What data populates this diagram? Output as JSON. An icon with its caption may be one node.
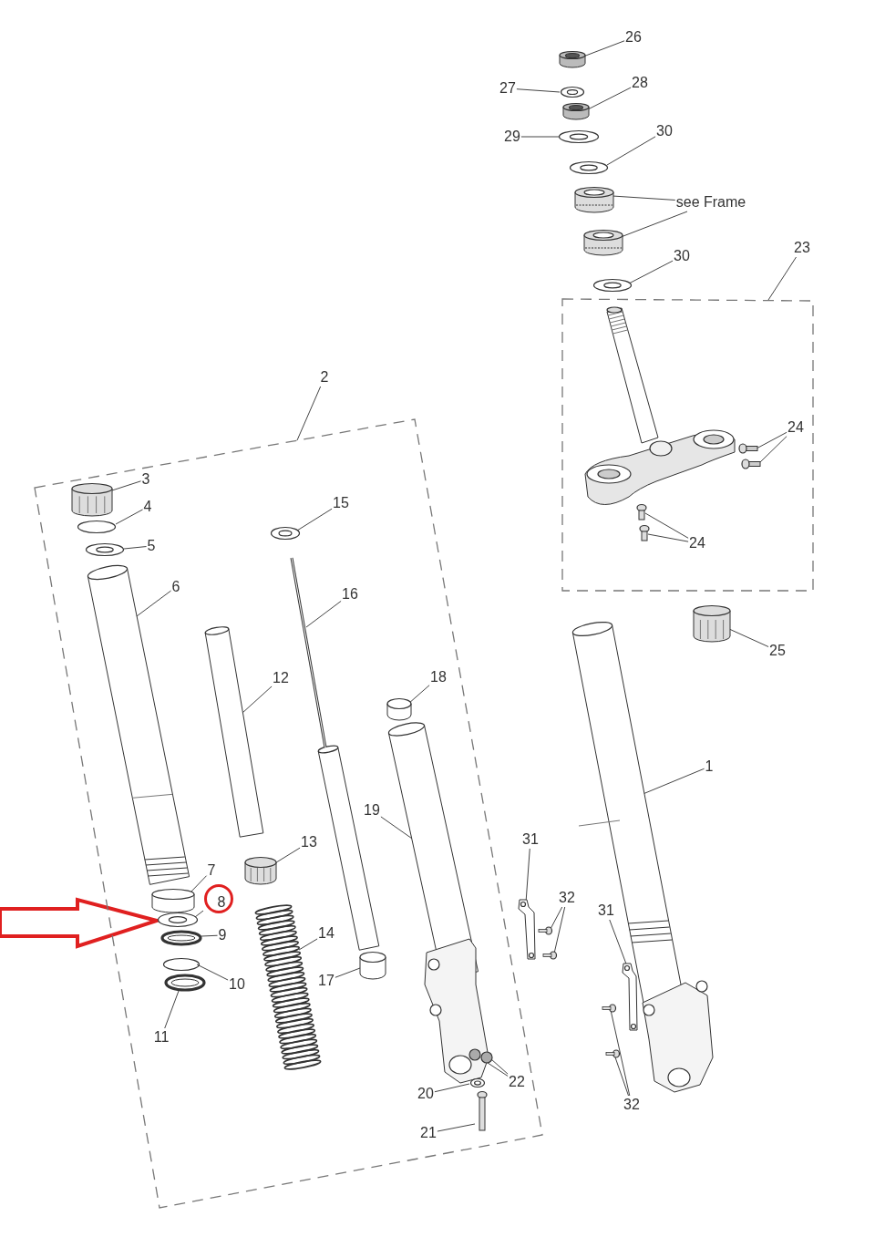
{
  "diagram": {
    "nodes": [
      {
        "text": [
          "26"
        ]
      },
      {
        "text": [],
        "shape": "picture"
      },
      {
        "text": [
          "27"
        ]
      },
      {
        "text": [],
        "shape": "picture"
      },
      {
        "text": [
          "28"
        ]
      },
      {
        "text": [],
        "shape": "picture"
      },
      {
        "text": [
          "29"
        ]
      },
      {
        "text": [],
        "shape": "picture"
      },
      {
        "text": [
          "30"
        ]
      },
      {
        "text": [],
        "shape": "picture"
      },
      {
        "text": [
          "see Frame"
        ]
      },
      {
        "text": [],
        "shape": "picture"
      },
      {
        "text": [],
        "shape": "picture"
      },
      {
        "text": [
          "30"
        ]
      },
      {
        "text": [],
        "shape": "picture"
      },
      {
        "text": [
          "23"
        ]
      },
      {
        "text": [],
        "shape": "box"
      },
      {
        "text": [
          "24"
        ],
        "in": 16
      },
      {
        "text": [],
        "shape": "picture",
        "in": 16
      },
      {
        "text": [],
        "shape": "picture",
        "in": 16
      },
      {
        "text": [
          "24"
        ],
        "in": 16
      },
      {
        "text": [],
        "shape": "picture",
        "in": 16
      },
      {
        "text": [],
        "shape": "picture",
        "in": 16
      },
      {
        "text": [
          "2"
        ]
      },
      {
        "text": [],
        "shape": "box"
      },
      {
        "text": [
          "3"
        ],
        "in": 24
      },
      {
        "text": [],
        "shape": "picture",
        "in": 24
      },
      {
        "text": [
          "4"
        ],
        "in": 24
      },
      {
        "text": [],
        "shape": "circle",
        "in": 24
      },
      {
        "text": [
          "5"
        ],
        "in": 24
      },
      {
        "text": [],
        "shape": "picture",
        "in": 24
      },
      {
        "text": [
          "6"
        ],
        "in": 24
      },
      {
        "text": [],
        "shape": "picture",
        "in": 24
      },
      {
        "text": [
          "15"
        ],
        "in": 24
      },
      {
        "text": [],
        "shape": "picture",
        "in": 24
      },
      {
        "text": [
          "16"
        ],
        "in": 24
      },
      {
        "text": [],
        "shape": "picture",
        "in": 24
      },
      {
        "text": [
          "12"
        ],
        "in": 24
      },
      {
        "text": [],
        "shape": "picture",
        "in": 24
      },
      {
        "text": [
          "18"
        ],
        "in": 24
      },
      {
        "text": [],
        "shape": "cylinder",
        "in": 24
      },
      {
        "text": [
          "19"
        ],
        "in": 24
      },
      {
        "text": [],
        "shape": "picture",
        "in": 24
      },
      {
        "text": [
          "13"
        ],
        "in": 24
      },
      {
        "text": [],
        "shape": "picture",
        "in": 24
      },
      {
        "text": [
          "7"
        ],
        "in": 24
      },
      {
        "text": [],
        "shape": "cylinder",
        "in": 24
      },
      {
        "text": [],
        "shape": "circle",
        "in": 24
      },
      {
        "text": [
          "8"
        ],
        "in": 47
      },
      {
        "text": [],
        "shape": "picture",
        "in": 24
      },
      {
        "text": [
          "9"
        ],
        "in": 24
      },
      {
        "text": [],
        "shape": "picture",
        "in": 24
      },
      {
        "text": [
          "14"
        ],
        "in": 24
      },
      {
        "text": [],
        "shape": "picture",
        "in": 24
      },
      {
        "text": [
          "10"
        ],
        "in": 24
      },
      {
        "text": [],
        "shape": "circle",
        "in": 24
      },
      {
        "text": [
          "17"
        ],
        "in": 24
      },
      {
        "text": [],
        "shape": "cylinder",
        "in": 24
      },
      {
        "text": [
          "11"
        ],
        "in": 24
      },
      {
        "text": [],
        "shape": "picture",
        "in": 24
      },
      {
        "text": [
          "22"
        ],
        "in": 24
      },
      {
        "text": [],
        "shape": "circle",
        "in": 24
      },
      {
        "text": [],
        "shape": "circle",
        "in": 24
      },
      {
        "text": [
          "20"
        ],
        "in": 24
      },
      {
        "text": [],
        "shape": "picture",
        "in": 24
      },
      {
        "text": [
          "21"
        ],
        "in": 24
      },
      {
        "text": [],
        "shape": "bar",
        "in": 24
      },
      {
        "text": [
          "25"
        ]
      },
      {
        "text": [],
        "shape": "picture"
      },
      {
        "text": [
          "1"
        ]
      },
      {
        "text": [],
        "shape": "picture"
      },
      {
        "text": [
          "31"
        ]
      },
      {
        "text": [],
        "shape": "picture"
      },
      {
        "text": [
          "32"
        ]
      },
      {
        "text": [],
        "shape": "picture"
      },
      {
        "text": [],
        "shape": "picture"
      },
      {
        "text": [
          "31"
        ]
      },
      {
        "text": [],
        "shape": "picture"
      },
      {
        "text": [
          "32"
        ]
      },
      {
        "text": [],
        "shape": "picture"
      },
      {
        "text": [],
        "shape": "picture"
      }
    ],
    "edges": [
      {
        "from": 0,
        "to": 1,
        "arrow": "none"
      },
      {
        "from": 2,
        "to": 3,
        "arrow": "none"
      },
      {
        "from": 4,
        "to": 5,
        "arrow": "none"
      },
      {
        "from": 6,
        "to": 7,
        "arrow": "none"
      },
      {
        "from": 8,
        "to": 9,
        "arrow": "none"
      },
      {
        "from": 10,
        "to": 11,
        "arrow": "none"
      },
      {
        "from": 10,
        "to": 12,
        "arrow": "none"
      },
      {
        "from": 13,
        "to": 14,
        "arrow": "none"
      },
      {
        "from": 15,
        "to": 16,
        "arrow": "none"
      },
      {
        "from": 17,
        "to": 18,
        "arrow": "none"
      },
      {
        "from": 17,
        "to": 19,
        "arrow": "none"
      },
      {
        "from": 20,
        "to": 21,
        "arrow": "none"
      },
      {
        "from": 20,
        "to": 22,
        "arrow": "none"
      },
      {
        "from": 23,
        "to": 24,
        "arrow": "none"
      },
      {
        "from": 25,
        "to": 26,
        "arrow": "none"
      },
      {
        "from": 27,
        "to": 28,
        "arrow": "none"
      },
      {
        "from": 29,
        "to": 30,
        "arrow": "none"
      },
      {
        "from": 31,
        "to": 32,
        "arrow": "none"
      },
      {
        "from": 33,
        "to": 34,
        "arrow": "none"
      },
      {
        "from": 35,
        "to": 36,
        "arrow": "none"
      },
      {
        "from": 37,
        "to": 38,
        "arrow": "none"
      },
      {
        "from": 39,
        "to": 40,
        "arrow": "none"
      },
      {
        "from": 41,
        "to": 42,
        "arrow": "none"
      },
      {
        "from": 43,
        "to": 44,
        "arrow": "none"
      },
      {
        "from": 45,
        "to": 46,
        "arrow": "none"
      },
      {
        "from": 47,
        "to": 49,
        "arrow": "none"
      },
      {
        "from": 50,
        "to": 51,
        "arrow": "none"
      },
      {
        "from": 52,
        "to": 53,
        "arrow": "none"
      },
      {
        "from": 54,
        "to": 55,
        "arrow": "none"
      },
      {
        "from": 56,
        "to": 57,
        "arrow": "none"
      },
      {
        "from": 58,
        "to": 59,
        "arrow": "none"
      },
      {
        "from": 60,
        "to": 61,
        "arrow": "none"
      },
      {
        "from": 60,
        "to": 62,
        "arrow": "none"
      },
      {
        "from": 63,
        "to": 64,
        "arrow": "none"
      },
      {
        "from": 65,
        "to": 66,
        "arrow": "none"
      },
      {
        "from": 67,
        "to": 68,
        "arrow": "none"
      },
      {
        "from": 69,
        "to": 70,
        "arrow": "none"
      },
      {
        "from": 71,
        "to": 72,
        "arrow": "none"
      },
      {
        "from": 73,
        "to": 74,
        "arrow": "none"
      },
      {
        "from": 73,
        "to": 75,
        "arrow": "none"
      },
      {
        "from": 76,
        "to": 77,
        "arrow": "none"
      },
      {
        "from": 78,
        "to": 79,
        "arrow": "none"
      },
      {
        "from": 78,
        "to": 80,
        "arrow": "none"
      },
      {
        "from": null,
        "to": 49,
        "arrow": "to",
        "style": "thick",
        "color": "#e02020"
      }
    ]
  }
}
